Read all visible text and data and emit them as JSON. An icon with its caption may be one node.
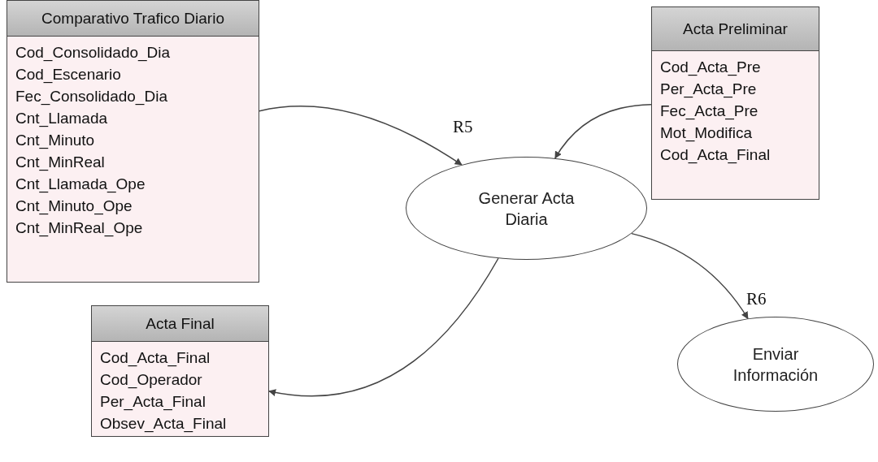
{
  "diagram": {
    "nodes": [
      {
        "text": [
          "Comparativo Trafico Diario",
          "Cod_Consolidado_Dia",
          "Cod_Escenario",
          "Fec_Consolidado_Dia",
          "Cnt_Llamada",
          "Cnt_Minuto",
          "Cnt_MinReal",
          "Cnt_Llamada_Ope",
          "Cnt_Minuto_Ope",
          "Cnt_MinReal_Ope"
        ]
      },
      {
        "text": [
          "Acta Preliminar",
          "Cod_Acta_Pre",
          "Per_Acta_Pre",
          "Fec_Acta_Pre",
          "Mot_Modifica",
          "Cod_Acta_Final"
        ]
      },
      {
        "text": [
          "Generar Acta Diaria"
        ],
        "beside": [
          "R5"
        ]
      },
      {
        "text": [
          "Acta Final",
          "Cod_Acta_Final",
          "Cod_Operador",
          "Per_Acta_Final",
          "Obsev_Acta_Final"
        ]
      },
      {
        "text": [
          "Enviar Información"
        ],
        "beside": [
          "R6"
        ]
      }
    ],
    "edges": [
      {
        "from": 0,
        "to": 2,
        "arrow": "to"
      },
      {
        "from": 1,
        "to": 2,
        "arrow": "to"
      },
      {
        "from": 2,
        "to": 3,
        "arrow": "to"
      },
      {
        "from": 2,
        "to": 4,
        "arrow": "to"
      }
    ]
  }
}
